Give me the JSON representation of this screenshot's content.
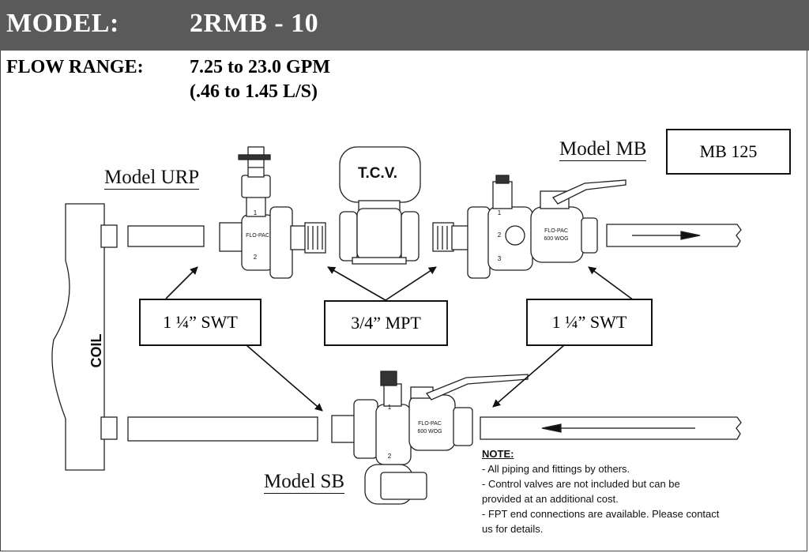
{
  "header": {
    "model_label": "MODEL:",
    "model_value": "2RMB - 10"
  },
  "flow": {
    "label": "FLOW RANGE:",
    "value_gpm": "7.25 to 23.0 GPM",
    "value_ls": "(.46 to 1.45 L/S)"
  },
  "components": {
    "urp": "Model URP",
    "tcv": "T.C.V.",
    "mb": "Model MB",
    "mb_box": "MB 125",
    "sb": "Model SB",
    "coil": "COIL"
  },
  "callouts": {
    "left": "1 ¼” SWT",
    "center": "3/4” MPT",
    "right": "1 ¼” SWT"
  },
  "valve_marks": {
    "port1": "1",
    "port2": "2",
    "port3": "3",
    "brand": "FLO-PAC",
    "rating": "600 WOG"
  },
  "note": {
    "heading": "NOTE:",
    "lines": [
      "- All piping and fittings by others.",
      "- Control valves are not included but can be",
      "provided at an additional cost.",
      "- FPT end connections are available.  Please contact",
      "us for details."
    ]
  }
}
